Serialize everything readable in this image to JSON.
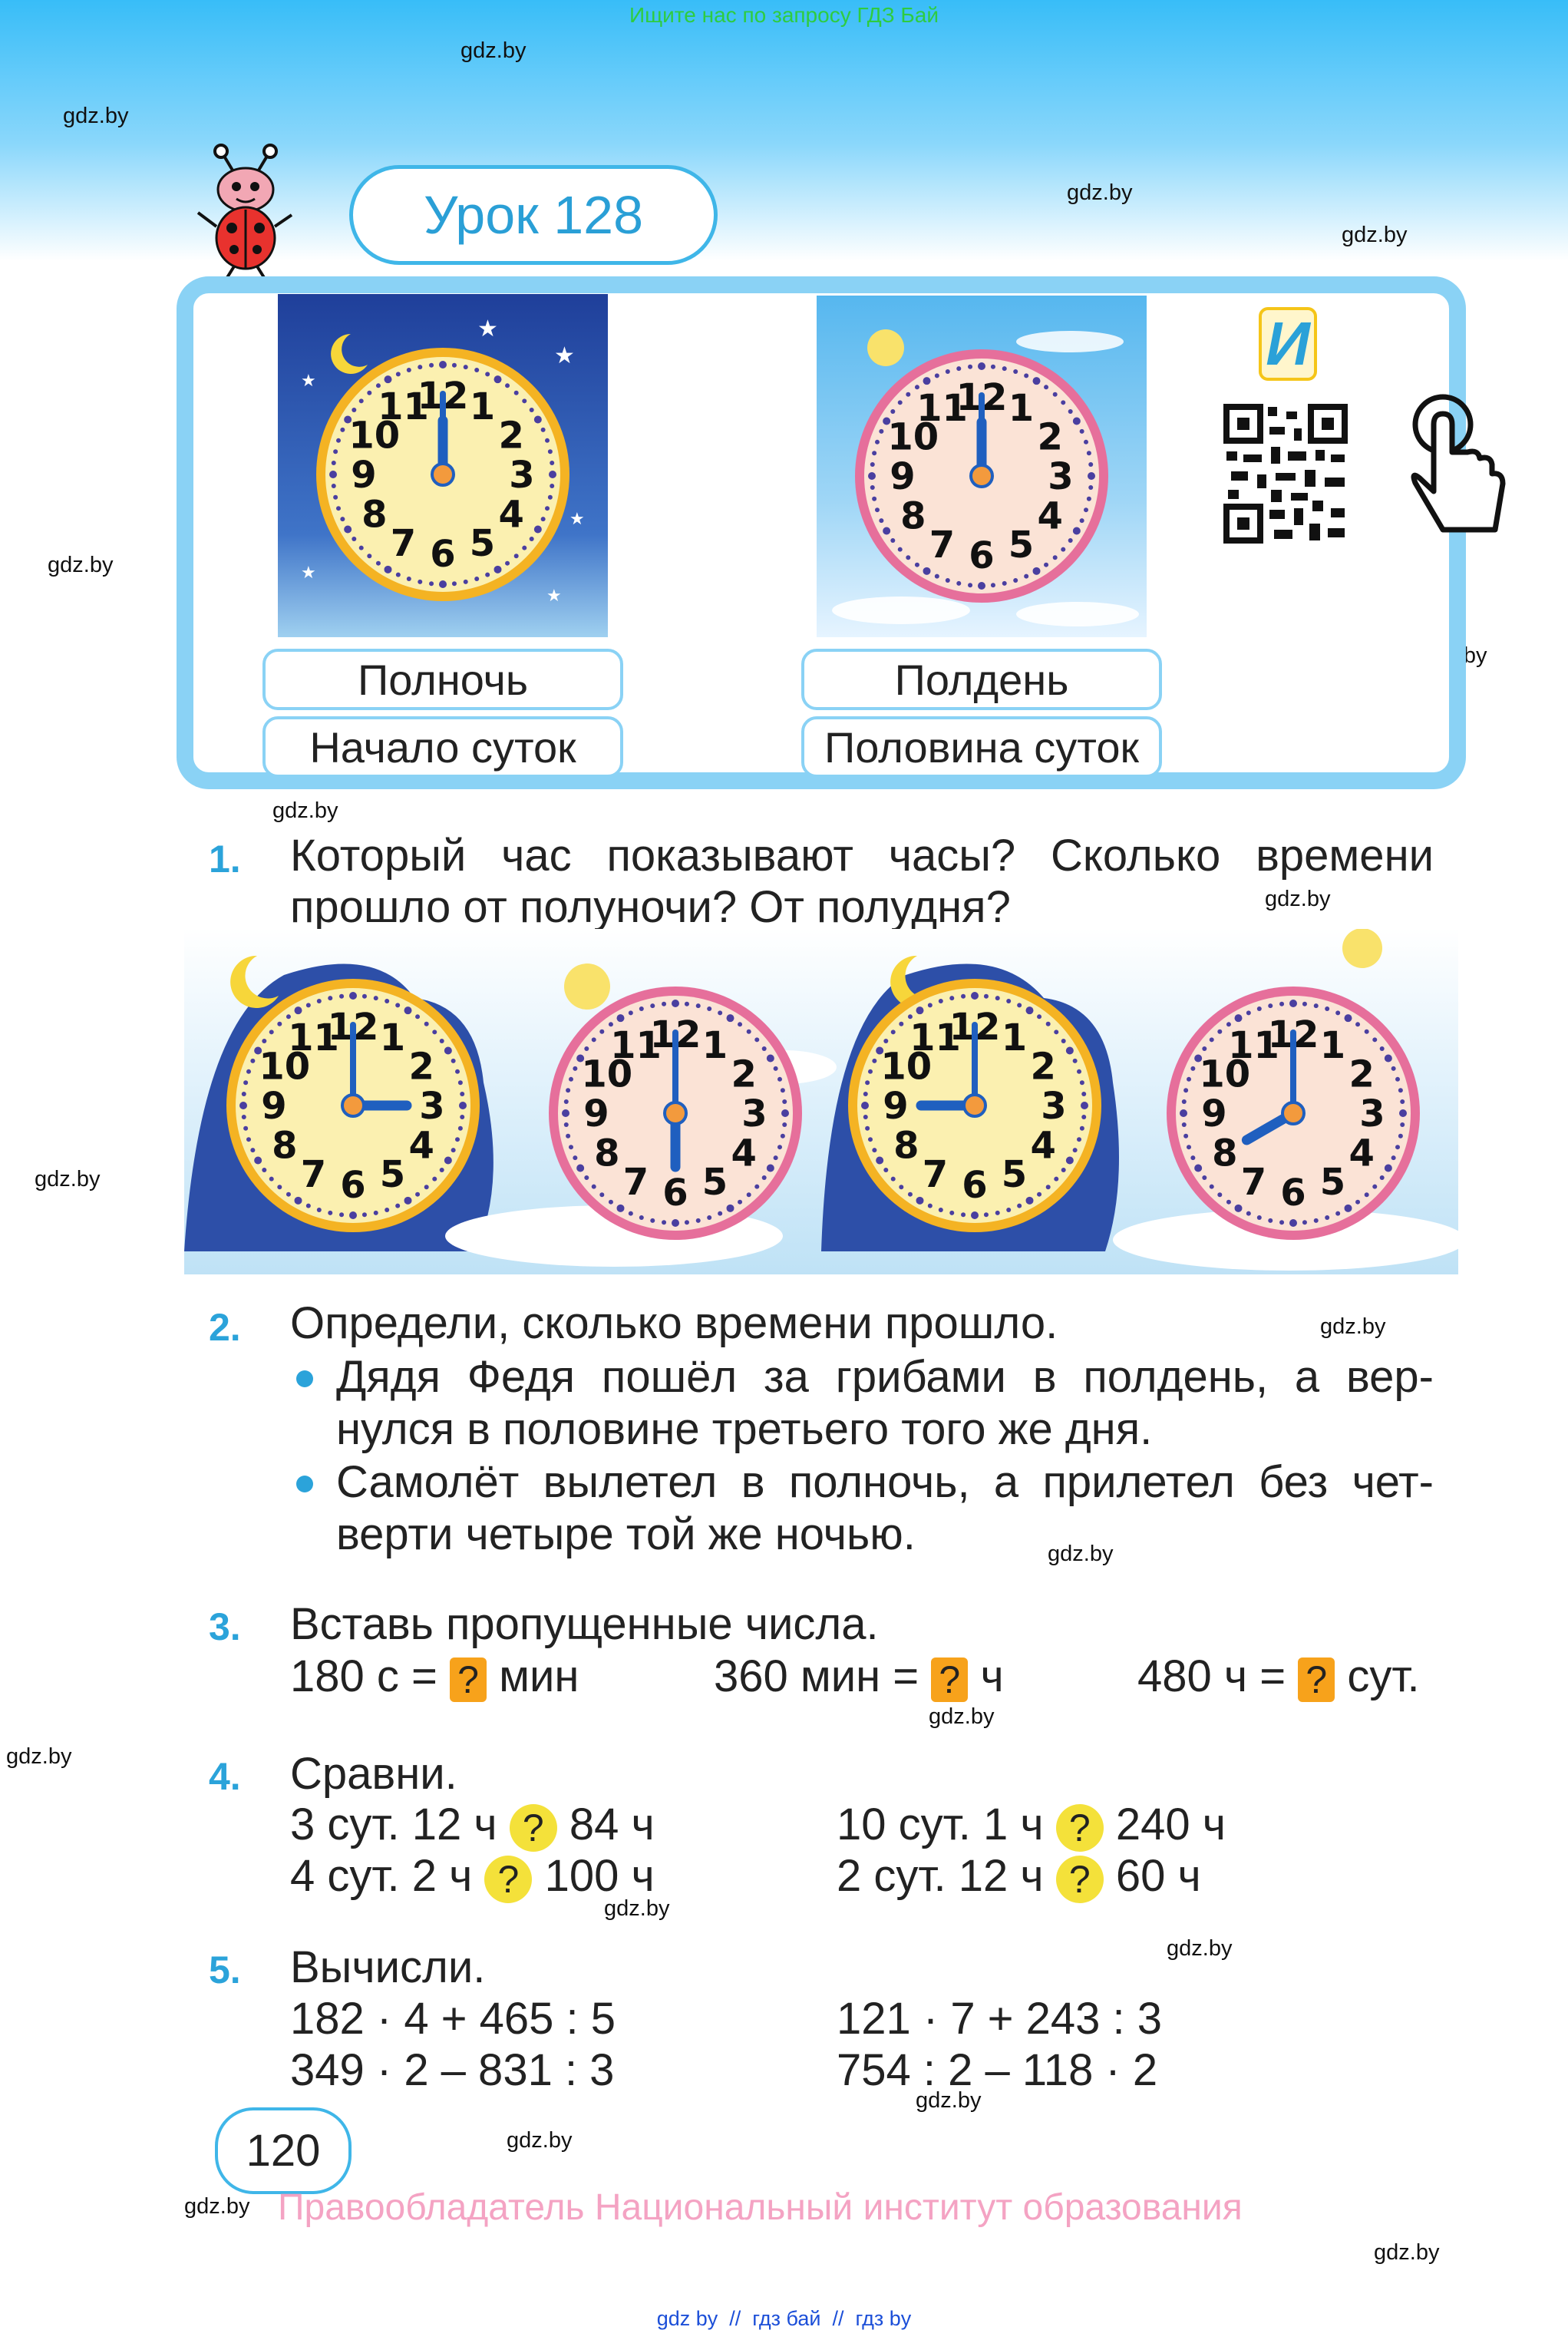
{
  "top_note": "Ищите нас по запросу ГДЗ Бай",
  "watermark": "gdz.by",
  "lesson_title": "Урок 128",
  "info_card": {
    "badge_letter": "И",
    "midnight_label": "Полночь",
    "midnight_sub": "Начало суток",
    "noon_label": "Полдень",
    "noon_sub": "Половина суток"
  },
  "clock_numbers": [
    "12",
    "1",
    "2",
    "3",
    "4",
    "5",
    "6",
    "7",
    "8",
    "9",
    "10",
    "11"
  ],
  "task1": {
    "num": "1.",
    "line1": "Который час показывают часы? Сколько времени",
    "line2": "прошло от полуночи? От полудня?"
  },
  "task2": {
    "num": "2.",
    "title": "Определи, сколько времени прошло.",
    "b1_l1": "Дядя Федя пошёл за грибами в полдень, а вер-",
    "b1_l2": "нулся в половине третьего того же дня.",
    "b2_l1": "Самолёт вылетел в полночь, а прилетел без чет-",
    "b2_l2": "верти четыре той же ночью."
  },
  "task3": {
    "num": "3.",
    "title": "Вставь пропущенные числа.",
    "e1_left": "180 с =",
    "e1_right": "мин",
    "e2_left": "360 мин =",
    "e2_right": "ч",
    "e3_left": "480 ч =",
    "e3_right": "сут.",
    "q": "?"
  },
  "task4": {
    "num": "4.",
    "title": "Сравни.",
    "r1_left": "3 сут. 12 ч",
    "r1_right": "84 ч",
    "r2_left": "4 сут. 2 ч",
    "r2_right": "100 ч",
    "r3_left": "10 сут. 1 ч",
    "r3_right": "240 ч",
    "r4_left": "2 сут. 12 ч",
    "r4_right": "60 ч",
    "q": "?"
  },
  "task5": {
    "num": "5.",
    "title": "Вычисли.",
    "e1": "182 · 4 + 465 : 5",
    "e2": "349 · 2 – 831 : 3",
    "e3": "121 · 7 + 243 : 3",
    "e4": "754 : 2 – 118 · 2"
  },
  "page_number": "120",
  "rights": "Правообладатель Национальный институт образования",
  "footer": "gdz by  //  гдз бай  //  гдз by",
  "colors": {
    "accent_blue": "#2ba3da",
    "card_border": "#8ad2f5",
    "question_orange": "#f7a21b",
    "question_yellow": "#f4e13a",
    "rights_pink": "#f4a3c3"
  }
}
